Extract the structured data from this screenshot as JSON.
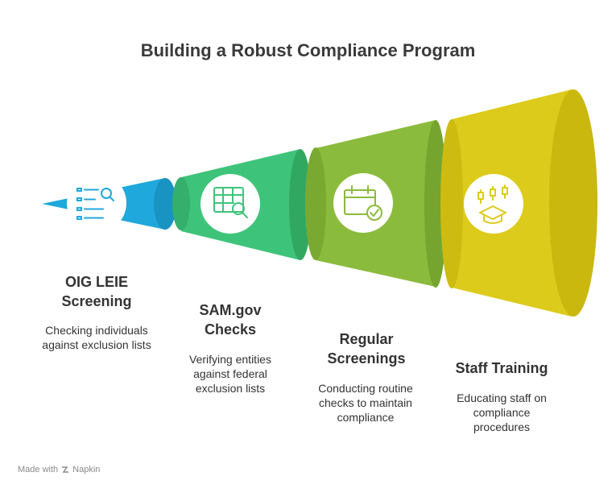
{
  "title": "Building a Robust Compliance Program",
  "steps": [
    {
      "title": "OIG LEIE Screening",
      "description": "Checking individuals against exclusion lists",
      "icon": "checklist-search-icon",
      "color": "#1fa8dc"
    },
    {
      "title": "SAM.gov Checks",
      "description": "Verifying entities against federal exclusion lists",
      "icon": "spreadsheet-search-icon",
      "color": "#3ec47a"
    },
    {
      "title": "Regular Screenings",
      "description": "Conducting routine checks to maintain compliance",
      "icon": "calendar-check-icon",
      "color": "#8bbb3c"
    },
    {
      "title": "Staff Training",
      "description": "Educating staff on compliance procedures",
      "icon": "graduation-cap-icon",
      "color": "#dccb1b"
    }
  ],
  "footer": {
    "made_with": "Made with",
    "brand": "Napkin"
  }
}
